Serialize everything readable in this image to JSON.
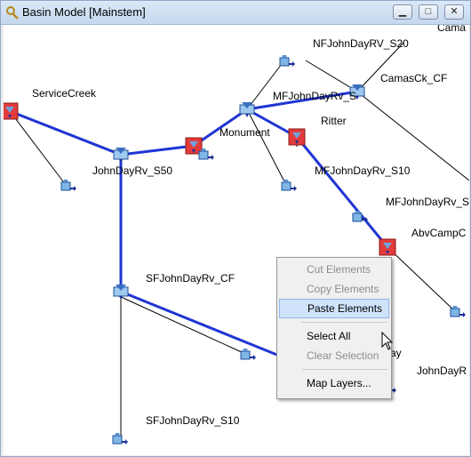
{
  "window": {
    "title": "Basin Model [Mainstem]",
    "controls": {
      "minimize": "▁",
      "maximize": "□",
      "close": "✕"
    }
  },
  "map": {
    "labels": {
      "camas": "Cama",
      "nf_john_day_s20": "NFJohnDayRV_S20",
      "camas_ck_cf": "CamasCk_CF",
      "service_creek": "ServiceCreek",
      "mf_john_day_rv_s": "MFJohnDayRv_S",
      "ritter": "Ritter",
      "monument": "Monument",
      "john_day_rv_s50": "JohnDayRv_S50",
      "mf_john_day_rv_s10": "MFJohnDayRv_S10",
      "mf_john_day_rv_s_right": "MFJohnDayRv_S",
      "abv_camp_c": "AbvCampC",
      "sf_john_day_rv_cf": "SFJohnDayRv_CF",
      "ay": "ay",
      "john_day_r": "JohnDayR",
      "sf_john_day_rv_s10": "SFJohnDayRv_S10"
    },
    "colors": {
      "reach": "#1f35d4",
      "connector": "#000000",
      "reservoir": "#e03030"
    }
  },
  "context_menu": {
    "items": [
      {
        "label": "Cut Elements",
        "enabled": false
      },
      {
        "label": "Copy Elements",
        "enabled": false
      },
      {
        "label": "Paste Elements",
        "enabled": true,
        "highlighted": true
      },
      {
        "label": "Select All",
        "enabled": true
      },
      {
        "label": "Clear Selection",
        "enabled": false
      },
      {
        "label": "Map Layers...",
        "enabled": true
      }
    ]
  }
}
